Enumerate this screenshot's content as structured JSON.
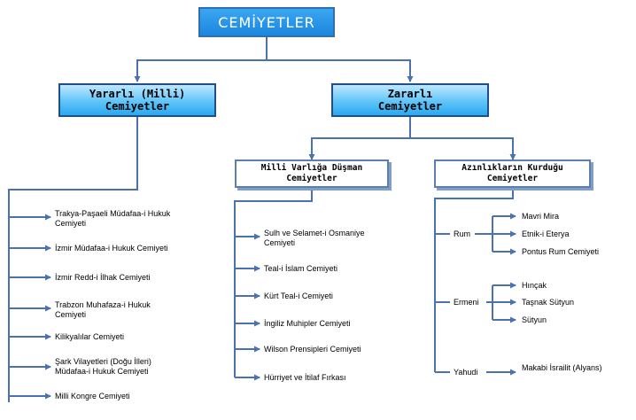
{
  "root": "CEMİYETLER",
  "useful": {
    "line1": "Yararlı (Milli)",
    "line2": "Cemiyetler"
  },
  "harmful": {
    "line1": "Zararlı",
    "line2": "Cemiyetler"
  },
  "enemy": {
    "line1": "Milli Varlığa Düşman",
    "line2": "Cemiyetler"
  },
  "minority": {
    "line1": "Azınlıkların Kurduğu",
    "line2": "Cemiyetler"
  },
  "useful_items": [
    "Trakya-Paşaeli Müdafaa-i Hukuk Cemiyeti",
    "İzmir Müdafaa-i Hukuk Cemiyeti",
    "İzmir Redd-i İlhak Cemiyeti",
    "Trabzon Muhafaza-i Hukuk Cemiyeti",
    "Kilikyalılar Cemiyeti",
    "Şark Vilayetleri (Doğu İlleri) Müdafaa-i Hukuk Cemiyeti",
    "Milli Kongre Cemiyeti"
  ],
  "enemy_items": [
    "Sulh ve Selamet-i Osmaniye Cemiyeti",
    "Teal-i İslam Cemiyeti",
    "Kürt Teal-i Cemiyeti",
    "İngiliz Muhipler Cemiyeti",
    "Wilson Prensipleri Cemiyeti",
    "Hürriyet ve İtilaf Fırkası"
  ],
  "groups": [
    {
      "name": "Rum",
      "items": [
        "Mavri Mira",
        "Etnik-i Eterya",
        "Pontus Rum Cemiyeti"
      ]
    },
    {
      "name": "Ermeni",
      "items": [
        "Hınçak",
        "Taşnak Sütyun",
        "Sütyun"
      ]
    },
    {
      "name": "Yahudi",
      "items": [
        "Makabi İsrailit (Alyans)"
      ]
    }
  ],
  "colors": {
    "line": "#4a72b0",
    "root_fill": "#2196e8",
    "level1_fill": "#5fc4f8"
  }
}
